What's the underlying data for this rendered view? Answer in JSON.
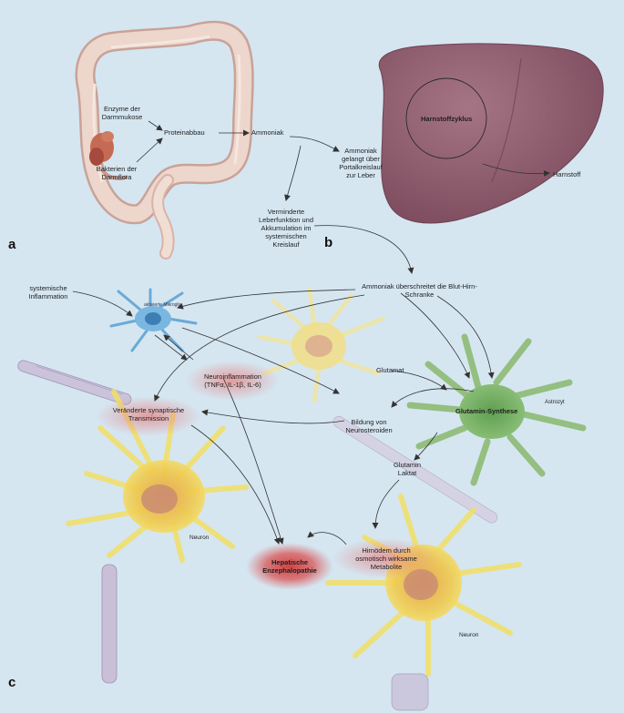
{
  "panels": {
    "a": "a",
    "b": "b",
    "c": "c"
  },
  "gut": {
    "enzymes": "Enzyme der Darmmukose",
    "bacteria": "Bakterien der Darmflora",
    "protein_breakdown": "Proteinabbau",
    "ammonia": "Ammoniak"
  },
  "liver": {
    "portal": "Ammoniak gelangt über Portalkreislauf zur Leber",
    "urea_cycle": "Harnstoffzyklus",
    "urea": "Harnstoff",
    "reduced_function": "Verminderte Leberfunktion und Akkumulation im systemischen Kreislauf"
  },
  "brain": {
    "bbb": "Ammoniak überschreitet die Blut-Hirn-Schranke",
    "systemic_inflammation": "systemische Inflammation",
    "microglia": "aktivierte Mikroglia",
    "neuroinflammation": "Neuroinflammation (TNFα, IL-1β, IL-6)",
    "glutamate": "Glutamat",
    "astrocyte": "Astrozyt",
    "glutamine_synthetase": "Glutamin-Synthese",
    "synaptic": "Veränderte synaptische Transmission",
    "neurosteroids": "Bildung von Neurosteroiden",
    "glutamine_lactate": "Glutamin Laktat",
    "neuron_left": "Neuron",
    "neuron_right": "Neuron",
    "edema": "Hirnödem durch osmotisch wirksame Metabolite",
    "he": "Hepatische Enzephalopathie"
  },
  "colors": {
    "background": "#d5e6f1",
    "liver": "#8e5a6c",
    "astrocyte": "#8dbb74",
    "neuron": "#eedc62",
    "microglia": "#6aaad8",
    "inflammation_glow": "#d33b3b"
  }
}
